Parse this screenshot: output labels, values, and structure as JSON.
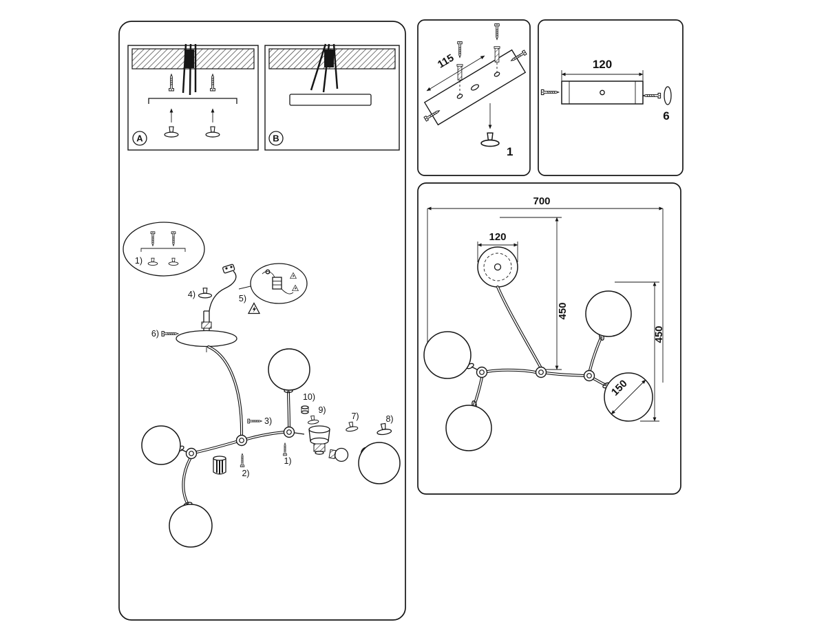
{
  "mounting": {
    "label_a": "A",
    "label_b": "B"
  },
  "template_panel": {
    "dim": "115",
    "part": "1"
  },
  "bracket_panel": {
    "dim": "120",
    "part": "6"
  },
  "exploded": {
    "steps": {
      "s1": "1)",
      "s2": "2)",
      "s3": "3)",
      "s4": "4)",
      "s5": "5)",
      "s6": "6)",
      "s7": "7)",
      "s8": "8)",
      "s9": "9)",
      "s10": "10)"
    }
  },
  "dimensions": {
    "width": "700",
    "canopy": "120",
    "drop_left": "450",
    "drop_right": "450",
    "ball": "150"
  }
}
